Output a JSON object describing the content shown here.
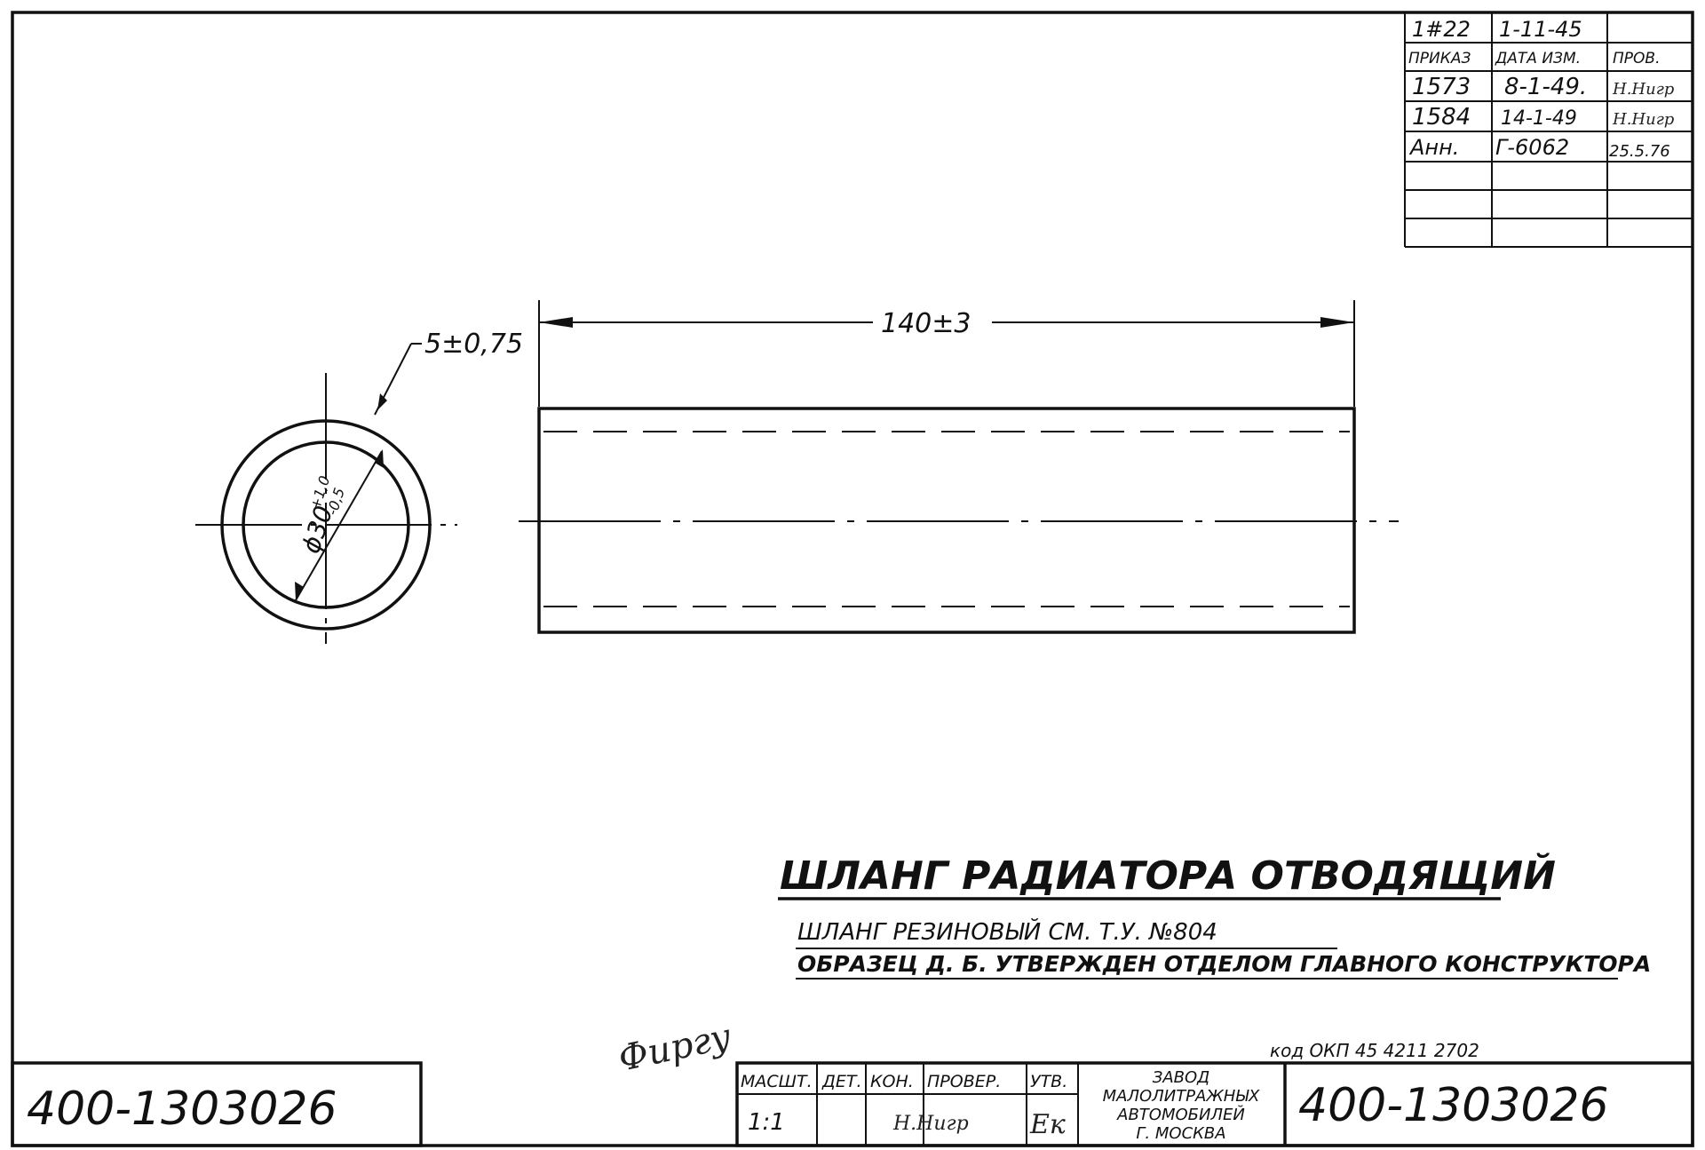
{
  "drawing": {
    "title": "ШЛАНГ РАДИАТОРА ОТВОДЯЩИЙ",
    "spec_line1": "ШЛАНГ РЕЗИНОВЫЙ СМ. Т.У. №804",
    "spec_line2": "ОБРАЗЕЦ Д. Б. УТВЕРЖДЕН ОТДЕЛОМ ГЛАВНОГО КОНСТРУКТОРА",
    "okp_code": "код ОКП 45 4211 2702",
    "number_left": "400-1303026",
    "number_right": "400-1303026",
    "length_dim": "140±3",
    "wall_dim": "5±0,75",
    "diameter_dim": "ϕ30",
    "diameter_tol_upper": "+1,0",
    "diameter_tol_lower": "-0,5",
    "signature": "Фиргу"
  },
  "revisions": {
    "header_number": "1#22",
    "header_date": "1-11-45",
    "columns": [
      "ПРИКАЗ",
      "ДАТА ИЗМ.",
      "ПРОВ."
    ],
    "rows": [
      {
        "order": "1573",
        "date": "8-1-49.",
        "check": "Н.Нигр"
      },
      {
        "order": "1584",
        "date": "14-1-49",
        "check": "Н.Нигр"
      },
      {
        "order": "Анн.",
        "date": "Г-6062",
        "check": "25.5.76"
      }
    ]
  },
  "title_block": {
    "headers": [
      "МАСШТ.",
      "ДЕТ.",
      "КОН.",
      "ПРОВЕР.",
      "УТВ."
    ],
    "scale": "1:1",
    "checker_signature": "Н.Нигр",
    "approver_signature": "Ек",
    "plant_lines": [
      "ЗАВОД",
      "МАЛОЛИТРАЖНЫХ",
      "АВТОМОБИЛЕЙ",
      "Г. МОСКВА"
    ]
  }
}
